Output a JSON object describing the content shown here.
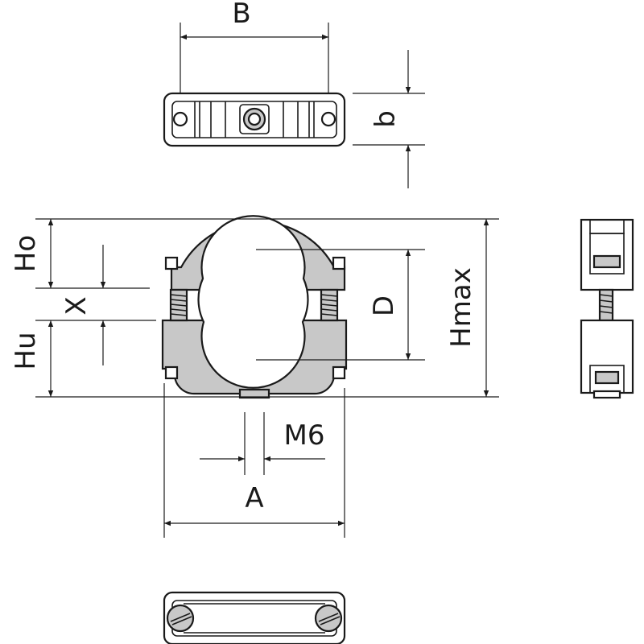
{
  "labels": {
    "B": "B",
    "b": "b",
    "Ho": "Ho",
    "X": "X",
    "Hu": "Hu",
    "D": "D",
    "Hmax": "Hmax",
    "M6": "M6",
    "A": "A"
  },
  "colors": {
    "line": "#1a1a1a",
    "fill_gray": "#c8c8c8",
    "background": "#ffffff"
  }
}
